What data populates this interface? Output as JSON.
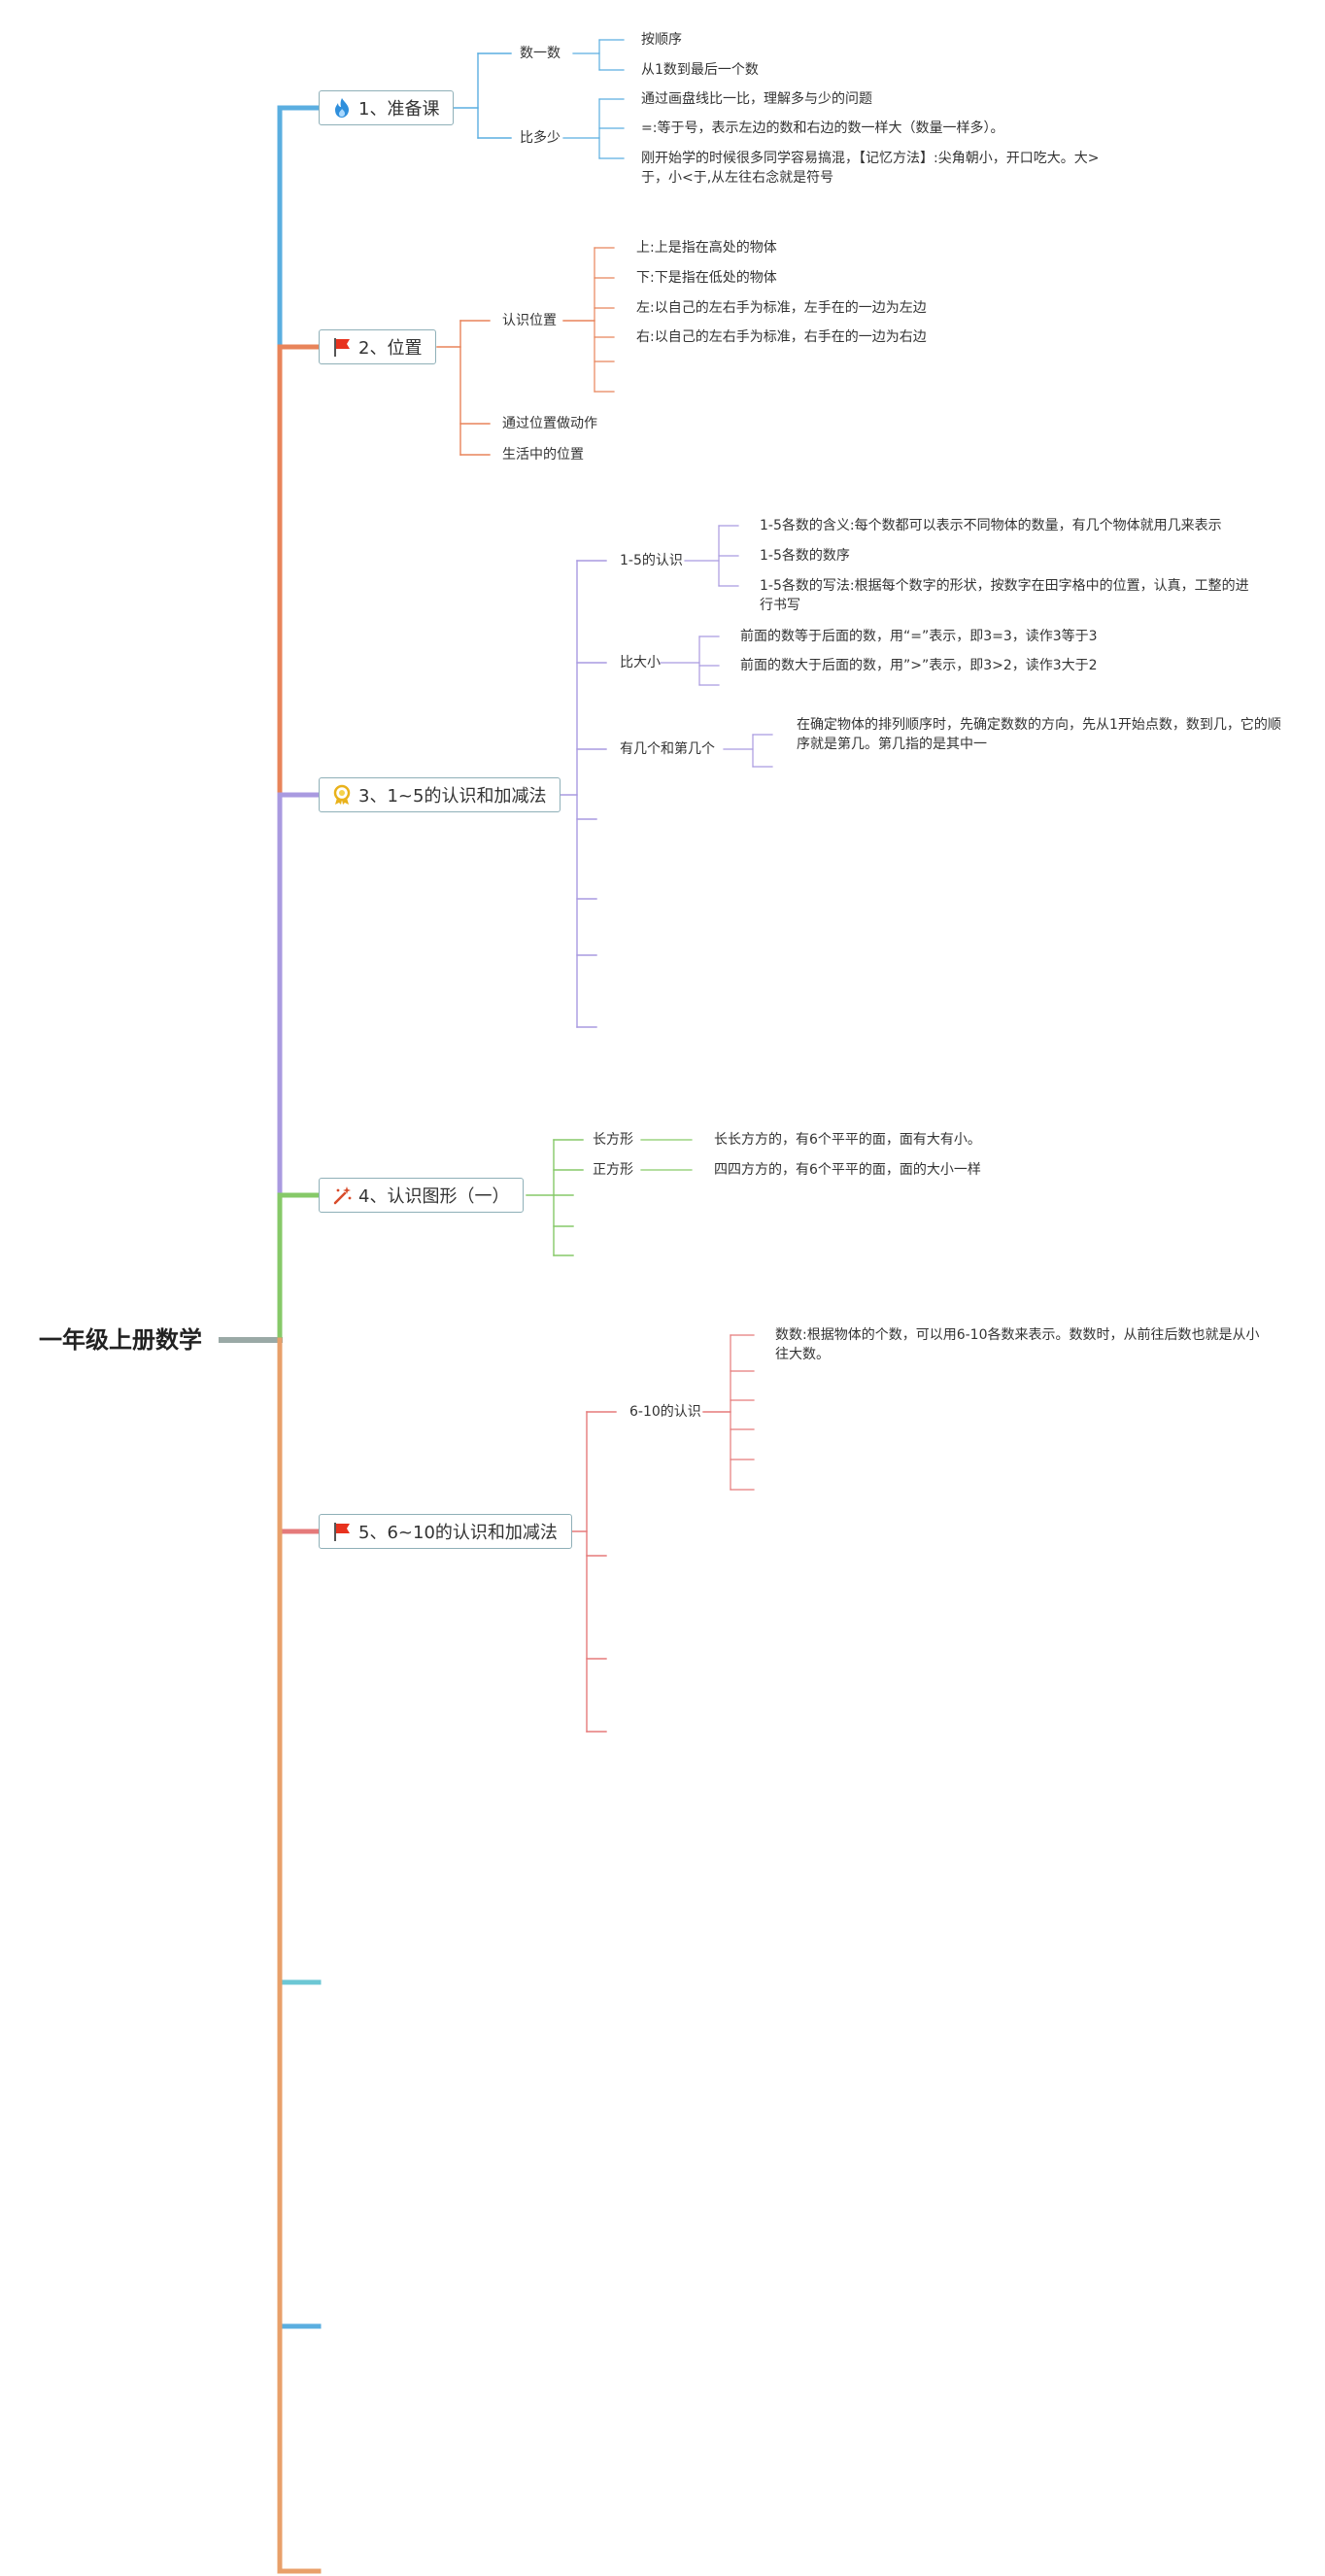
{
  "root": {
    "label": "一年级上册数学"
  },
  "topics": [
    {
      "label": "1、准备课",
      "icon": "fire-icon",
      "color": "#5aaee0",
      "children": [
        {
          "label": "数一数",
          "children": [
            "按顺序",
            "从1数到最后一个数"
          ]
        },
        {
          "label": "比多少",
          "children": [
            "通过画盘线比一比，理解多与少的问题",
            "=:等于号，表示左边的数和右边的数一样大（数量一样多）。",
            "刚开始学的时候很多同学容易搞混，【记忆方法】:尖角朝小，开口吃大。大>于，小<于,从左往右念就是符号"
          ]
        }
      ]
    },
    {
      "label": "2、位置",
      "icon": "flag-icon",
      "color": "#e8845a",
      "children": [
        {
          "label": "认识位置",
          "children": [
            "上:上是指在高处的物体",
            "下:下是指在低处的物体",
            "左:以自己的左右手为标准，左手在的一边为左边",
            "右:以自己的左右手为标准，右手在的一边为右边",
            "",
            ""
          ]
        },
        {
          "label": "通过位置做动作",
          "children": []
        },
        {
          "label": "生活中的位置",
          "children": []
        }
      ]
    },
    {
      "label": "3、1~5的认识和加减法",
      "icon": "medal-icon",
      "color": "#a99ae0",
      "children": [
        {
          "label": "1-5的认识",
          "children": [
            "1-5各数的含义:每个数都可以表示不同物体的数量，有几个物体就用几来表示",
            "1-5各数的数序",
            "1-5各数的写法:根据每个数字的形状，按数字在田字格中的位置，认真，工整的进行书写"
          ]
        },
        {
          "label": "比大小",
          "children": [
            "前面的数等于后面的数，用“=”表示，即3=3，读作3等于3",
            "前面的数大于后面的数，用”>”表示，即3>2，读作3大于2",
            ""
          ]
        },
        {
          "label": "有几个和第几个",
          "children": [
            "在确定物体的排列顺序时，先确定数数的方向，先从1开始点数，数到几，它的顺序就是第几。第几指的是其中一",
            ""
          ]
        },
        {
          "label": "",
          "children": []
        },
        {
          "label": "",
          "children": []
        },
        {
          "label": "",
          "children": []
        },
        {
          "label": "",
          "children": []
        }
      ]
    },
    {
      "label": "4、认识图形（一）",
      "icon": "wand-icon",
      "color": "#86c968",
      "children": [
        {
          "label": "长方形",
          "children": [
            "长长方方的，有6个平平的面，面有大有小。"
          ]
        },
        {
          "label": "正方形",
          "children": [
            "四四方方的，有6个平平的面，面的大小一样"
          ]
        },
        {
          "label": "",
          "children": []
        },
        {
          "label": "",
          "children": []
        },
        {
          "label": "",
          "children": []
        }
      ]
    },
    {
      "label": "5、6~10的认识和加减法",
      "icon": "flag-icon",
      "color": "#e57a7a",
      "children": [
        {
          "label": "6-10的认识",
          "children": [
            "数数:根据物体的个数，可以用6-10各数来表示。数数时，从前往后数也就是从小往大数。",
            "",
            "",
            "",
            "",
            ""
          ]
        },
        {
          "label": "",
          "children": []
        },
        {
          "label": "",
          "children": []
        },
        {
          "label": "",
          "children": []
        }
      ]
    },
    {
      "label": "",
      "icon": "",
      "color": "#6cc7d4",
      "children": []
    },
    {
      "label": "",
      "icon": "",
      "color": "#5aaee0",
      "children": []
    },
    {
      "label": "",
      "icon": "",
      "color": "#e8a06a",
      "children": []
    }
  ]
}
